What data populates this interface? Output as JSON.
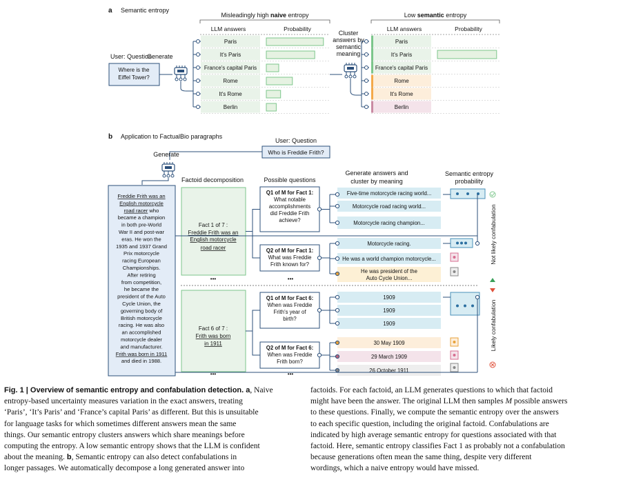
{
  "panel_a": {
    "letter": "a",
    "title": "Semantic entropy",
    "user_question_label": "User: Question",
    "generate_label": "Generate",
    "question": [
      "Where is the",
      "Eiffel Tower?"
    ],
    "naive_heading_pre": "Misleadingly high ",
    "naive_heading_bold": "naive",
    "naive_heading_post": " entropy",
    "low_heading_pre": "Low ",
    "low_heading_bold": "semantic",
    "low_heading_post": " entropy",
    "col_answers": "LLM answers",
    "col_probability": "Probability",
    "cluster_label": [
      "Cluster",
      "answers by",
      "semantic",
      "meaning"
    ],
    "answers": [
      "Paris",
      "It's Paris",
      "France's capital Paris",
      "Rome",
      "It's Rome",
      "Berlin"
    ],
    "naive_probabilities": [
      0.92,
      0.78,
      0.2,
      0.42,
      0.23,
      0.16
    ],
    "clusters": [
      {
        "answers": [
          "Paris",
          "It's Paris",
          "France's capital Paris"
        ],
        "color": "#7cc68b",
        "probability": 0.78
      },
      {
        "answers": [
          "Rome",
          "It's Rome"
        ],
        "color": "#f4a94a",
        "probability": 0.0
      },
      {
        "answers": [
          "Berlin"
        ],
        "color": "#c98aa2",
        "probability": 0.0
      }
    ]
  },
  "panel_b": {
    "letter": "b",
    "title": "Application to FactualBio paragraphs",
    "user_question_label": "User: Question",
    "question": "Who is Freddie Frith?",
    "generate_label": "Generate",
    "col_factoid": "Factoid decomposition",
    "col_questions": "Possible questions",
    "col_generate": [
      "Generate answers and",
      "cluster by meaning"
    ],
    "col_entropy": [
      "Semantic entropy",
      "probability"
    ],
    "paragraph": [
      {
        "text": "Freddie Frith was an",
        "u": true
      },
      {
        "text": "English motorcycle",
        "u": true
      },
      {
        "text": "road racer who",
        "u": "road racer"
      },
      {
        "text": "became a champion",
        "u": false
      },
      {
        "text": "in both pre-World",
        "u": false
      },
      {
        "text": "War II and post-war",
        "u": false
      },
      {
        "text": "eras. He won the",
        "u": false
      },
      {
        "text": "1935 and 1937 Grand",
        "u": false
      },
      {
        "text": "Prix motorcycle",
        "u": false
      },
      {
        "text": "racing European",
        "u": false
      },
      {
        "text": "Championships.",
        "u": false
      },
      {
        "text": "After retiring",
        "u": false
      },
      {
        "text": "from competition,",
        "u": false
      },
      {
        "text": "he became the",
        "u": false
      },
      {
        "text": "president of the Auto",
        "u": false
      },
      {
        "text": "Cycle Union, the",
        "u": false
      },
      {
        "text": "governing body of",
        "u": false
      },
      {
        "text": "British motorcycle",
        "u": false
      },
      {
        "text": "racing. He was also",
        "u": false
      },
      {
        "text": "an accomplished",
        "u": false
      },
      {
        "text": "motorcycle dealer",
        "u": false
      },
      {
        "text": "and manufacturer.",
        "u": false
      },
      {
        "text": "Frith was born in 1911",
        "u": true
      },
      {
        "text": "and died in 1988.",
        "u": false
      }
    ],
    "ellipsis": "•••",
    "facts": [
      {
        "label": "Fact 1 of 7 :",
        "text": [
          "Freddie Frith was an",
          "English motorcycle",
          "road racer"
        ],
        "questions": [
          {
            "title": "Q1 of M for Fact 1:",
            "lines": [
              "What notable",
              "accomplishments",
              "did Freddie Frith",
              "achieve?"
            ],
            "answers": [
              {
                "text": [
                  "Five-time motorcycle racing world..."
                ],
                "color": "#d7ecf3"
              },
              {
                "text": [
                  "Motorcycle road racing world..."
                ],
                "color": "#d7ecf3"
              },
              {
                "text": [
                  "Motorcycle racing champion..."
                ],
                "color": "#d7ecf3"
              }
            ]
          },
          {
            "title": "Q2 of M for Fact 1:",
            "lines": [
              "What was Freddie",
              "Frith known for?"
            ],
            "answers": [
              {
                "text": [
                  "Motorcycle racing."
                ],
                "color": "#d7ecf3"
              },
              {
                "text": [
                  "He was a world champion motorcycle..."
                ],
                "color": "#d7ecf3"
              },
              {
                "text": [
                  "He was president of the",
                  "Auto Cycle Union..."
                ],
                "color": "#fdf0d5"
              }
            ]
          }
        ]
      },
      {
        "label": "Fact 6 of 7 :",
        "text": [
          "Frith was born",
          "in 1911"
        ],
        "questions": [
          {
            "title": "Q1 of M for Fact 6:",
            "lines": [
              "When was Freddie",
              "Frith's year of",
              "birth?"
            ],
            "answers": [
              {
                "text": [
                  "1909"
                ],
                "color": "#d7ecf3"
              },
              {
                "text": [
                  "1909"
                ],
                "color": "#d7ecf3"
              },
              {
                "text": [
                  "1909"
                ],
                "color": "#d7ecf3"
              }
            ]
          },
          {
            "title": "Q2 of M for Fact 6:",
            "lines": [
              "When was Freddie",
              "Frith born?"
            ],
            "answers": [
              {
                "text": [
                  "30 May 1909"
                ],
                "color": "#fdeedb"
              },
              {
                "text": [
                  "29 March 1909"
                ],
                "color": "#f4e3ea"
              },
              {
                "text": [
                  "26 October 1911"
                ],
                "color": "#eeeeee"
              }
            ]
          }
        ]
      }
    ],
    "side_label_top": "Not likely confabulation",
    "side_label_bottom": "Likely confabulation"
  },
  "caption": {
    "fig_label": "Fig. 1 | Overview of semantic entropy and confabulation detection.",
    "left_lines": [
      "entropy-based uncertainty measures variation in the exact answers, treating",
      "‘Paris’, ‘It’s Paris’ and ‘France’s capital Paris’ as different. But this is unsuitable",
      "for language tasks for which sometimes different answers mean the same",
      "things. Our semantic entropy clusters answers which share meanings before",
      "computing the entropy. A low semantic entropy shows that the LLM is confident",
      "about the meaning.",
      "longer passages. We automatically decompose a long generated answer into"
    ],
    "first_rest_a": " a",
    "first_rest_text": ", Naive",
    "line6_b": " b",
    "line6_rest": ", Semantic entropy can also detect confabulations in",
    "right_lines": [
      "factoids. For each factoid, an LLM generates questions to which that factoid",
      "might have been the answer. The original LLM then samples ",
      "to these questions. Finally, we compute the semantic entropy over the answers",
      "to each specific question, including the original factoid. Confabulations are",
      "indicated by high average semantic entropy for questions associated with that",
      "factoid. Here, semantic entropy classifies Fact 1 as probably not a confabulation",
      "because generations often mean the same thing, despite very different",
      "wordings, which a naive entropy would have missed."
    ],
    "right_m": "M",
    "right_line2_end": " possible answers"
  }
}
